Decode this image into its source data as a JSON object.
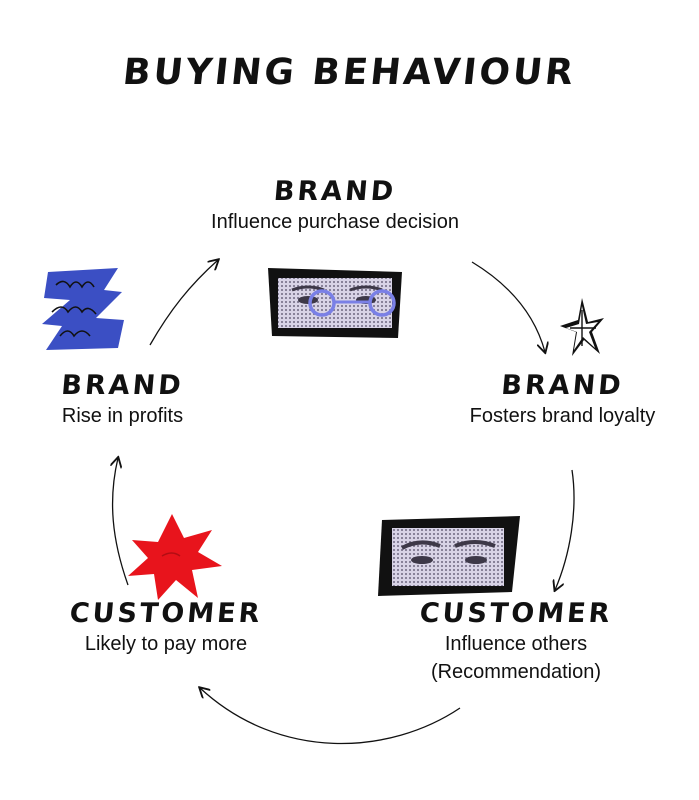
{
  "title": "BUYING BEHAVIOUR",
  "nodes": [
    {
      "heading": "BRAND",
      "description": "Influence purchase decision"
    },
    {
      "heading": "BRAND",
      "description": "Fosters brand loyalty"
    },
    {
      "heading": "CUSTOMER",
      "description": "Influence others",
      "description_2": "(Recommendation)"
    },
    {
      "heading": "CUSTOMER",
      "description": "Likely to pay more"
    },
    {
      "heading": "BRAND",
      "description": "Rise in profits"
    }
  ],
  "colors": {
    "text": "#111111",
    "accent_blue": "#3B4FC4",
    "accent_red": "#E8141C",
    "glasses_blue": "#7A80E6",
    "photo_tint": "#C9C4D8"
  },
  "decorations": {
    "top_image_icon": "eyes-with-glasses-photo",
    "right_image_icon": "eyes-photo",
    "left_sticker_icon": "blue-scribble-sticker",
    "right_sticker_icon": "star-sparkle-sticker",
    "bottom_left_sticker_icon": "red-starburst-sticker"
  }
}
